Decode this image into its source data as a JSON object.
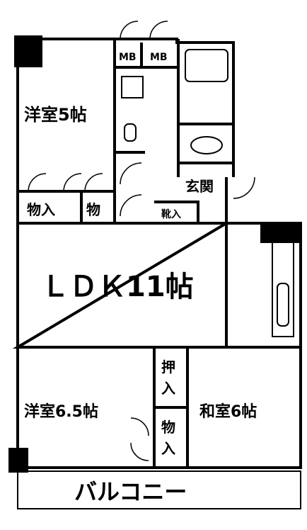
{
  "rooms": {
    "western_room_1": "洋室5帖",
    "meter_box_1": "MB",
    "meter_box_2": "MB",
    "entrance": "玄関",
    "closet_1": "物入",
    "closet_2": "物",
    "shoe_closet": "靴入",
    "ldk": "ＬＤＫ11帖",
    "oshiire_1": "押",
    "oshiire_2": "入",
    "closet_3": "物",
    "closet_4": "入",
    "western_room_2": "洋室6.5帖",
    "japanese_room": "和室6帖",
    "balcony": "バルコニー"
  }
}
